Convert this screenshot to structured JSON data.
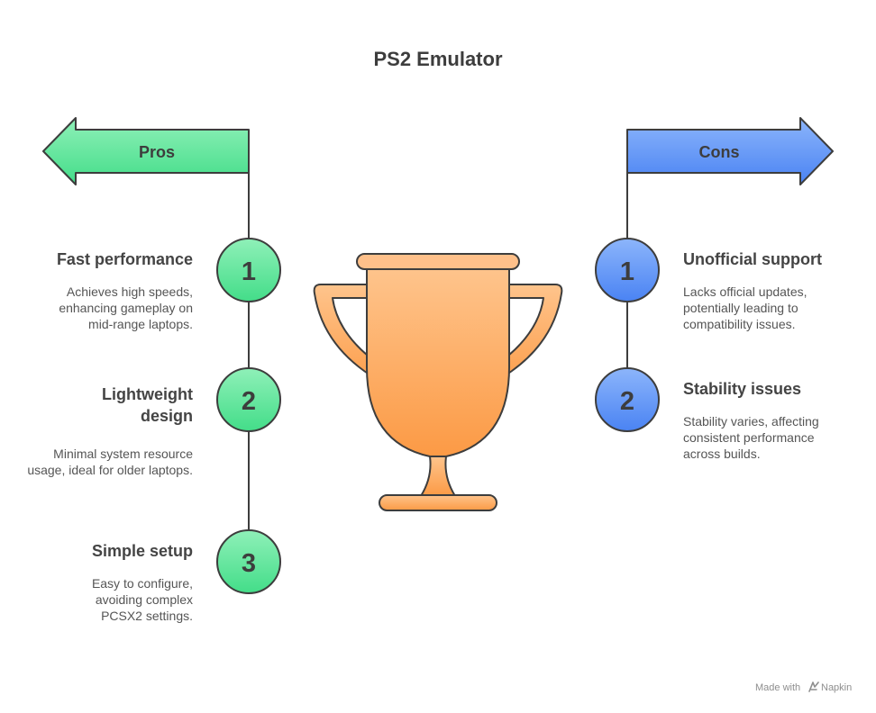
{
  "title": "PS2 Emulator",
  "colors": {
    "pros_fill": "#5ce69b",
    "cons_fill": "#5d91f5",
    "trophy_fill": "#fdaa66",
    "outline": "#3d3d3d"
  },
  "pros": {
    "label": "Pros",
    "items": [
      {
        "number": "1",
        "title": "Fast performance",
        "description": "Achieves high speeds, enhancing gameplay on mid-range laptops."
      },
      {
        "number": "2",
        "title": "Lightweight design",
        "description": "Minimal system resource usage, ideal for older laptops."
      },
      {
        "number": "3",
        "title": "Simple setup",
        "description": "Easy to configure, avoiding complex PCSX2 settings."
      }
    ]
  },
  "cons": {
    "label": "Cons",
    "items": [
      {
        "number": "1",
        "title": "Unofficial support",
        "description": "Lacks official updates, potentially leading to compatibility issues."
      },
      {
        "number": "2",
        "title": "Stability issues",
        "description": "Stability varies, affecting consistent performance across builds."
      }
    ]
  },
  "watermark": {
    "prefix": "Made with",
    "brand": "Napkin",
    "icon": "napkin-logo-icon"
  }
}
